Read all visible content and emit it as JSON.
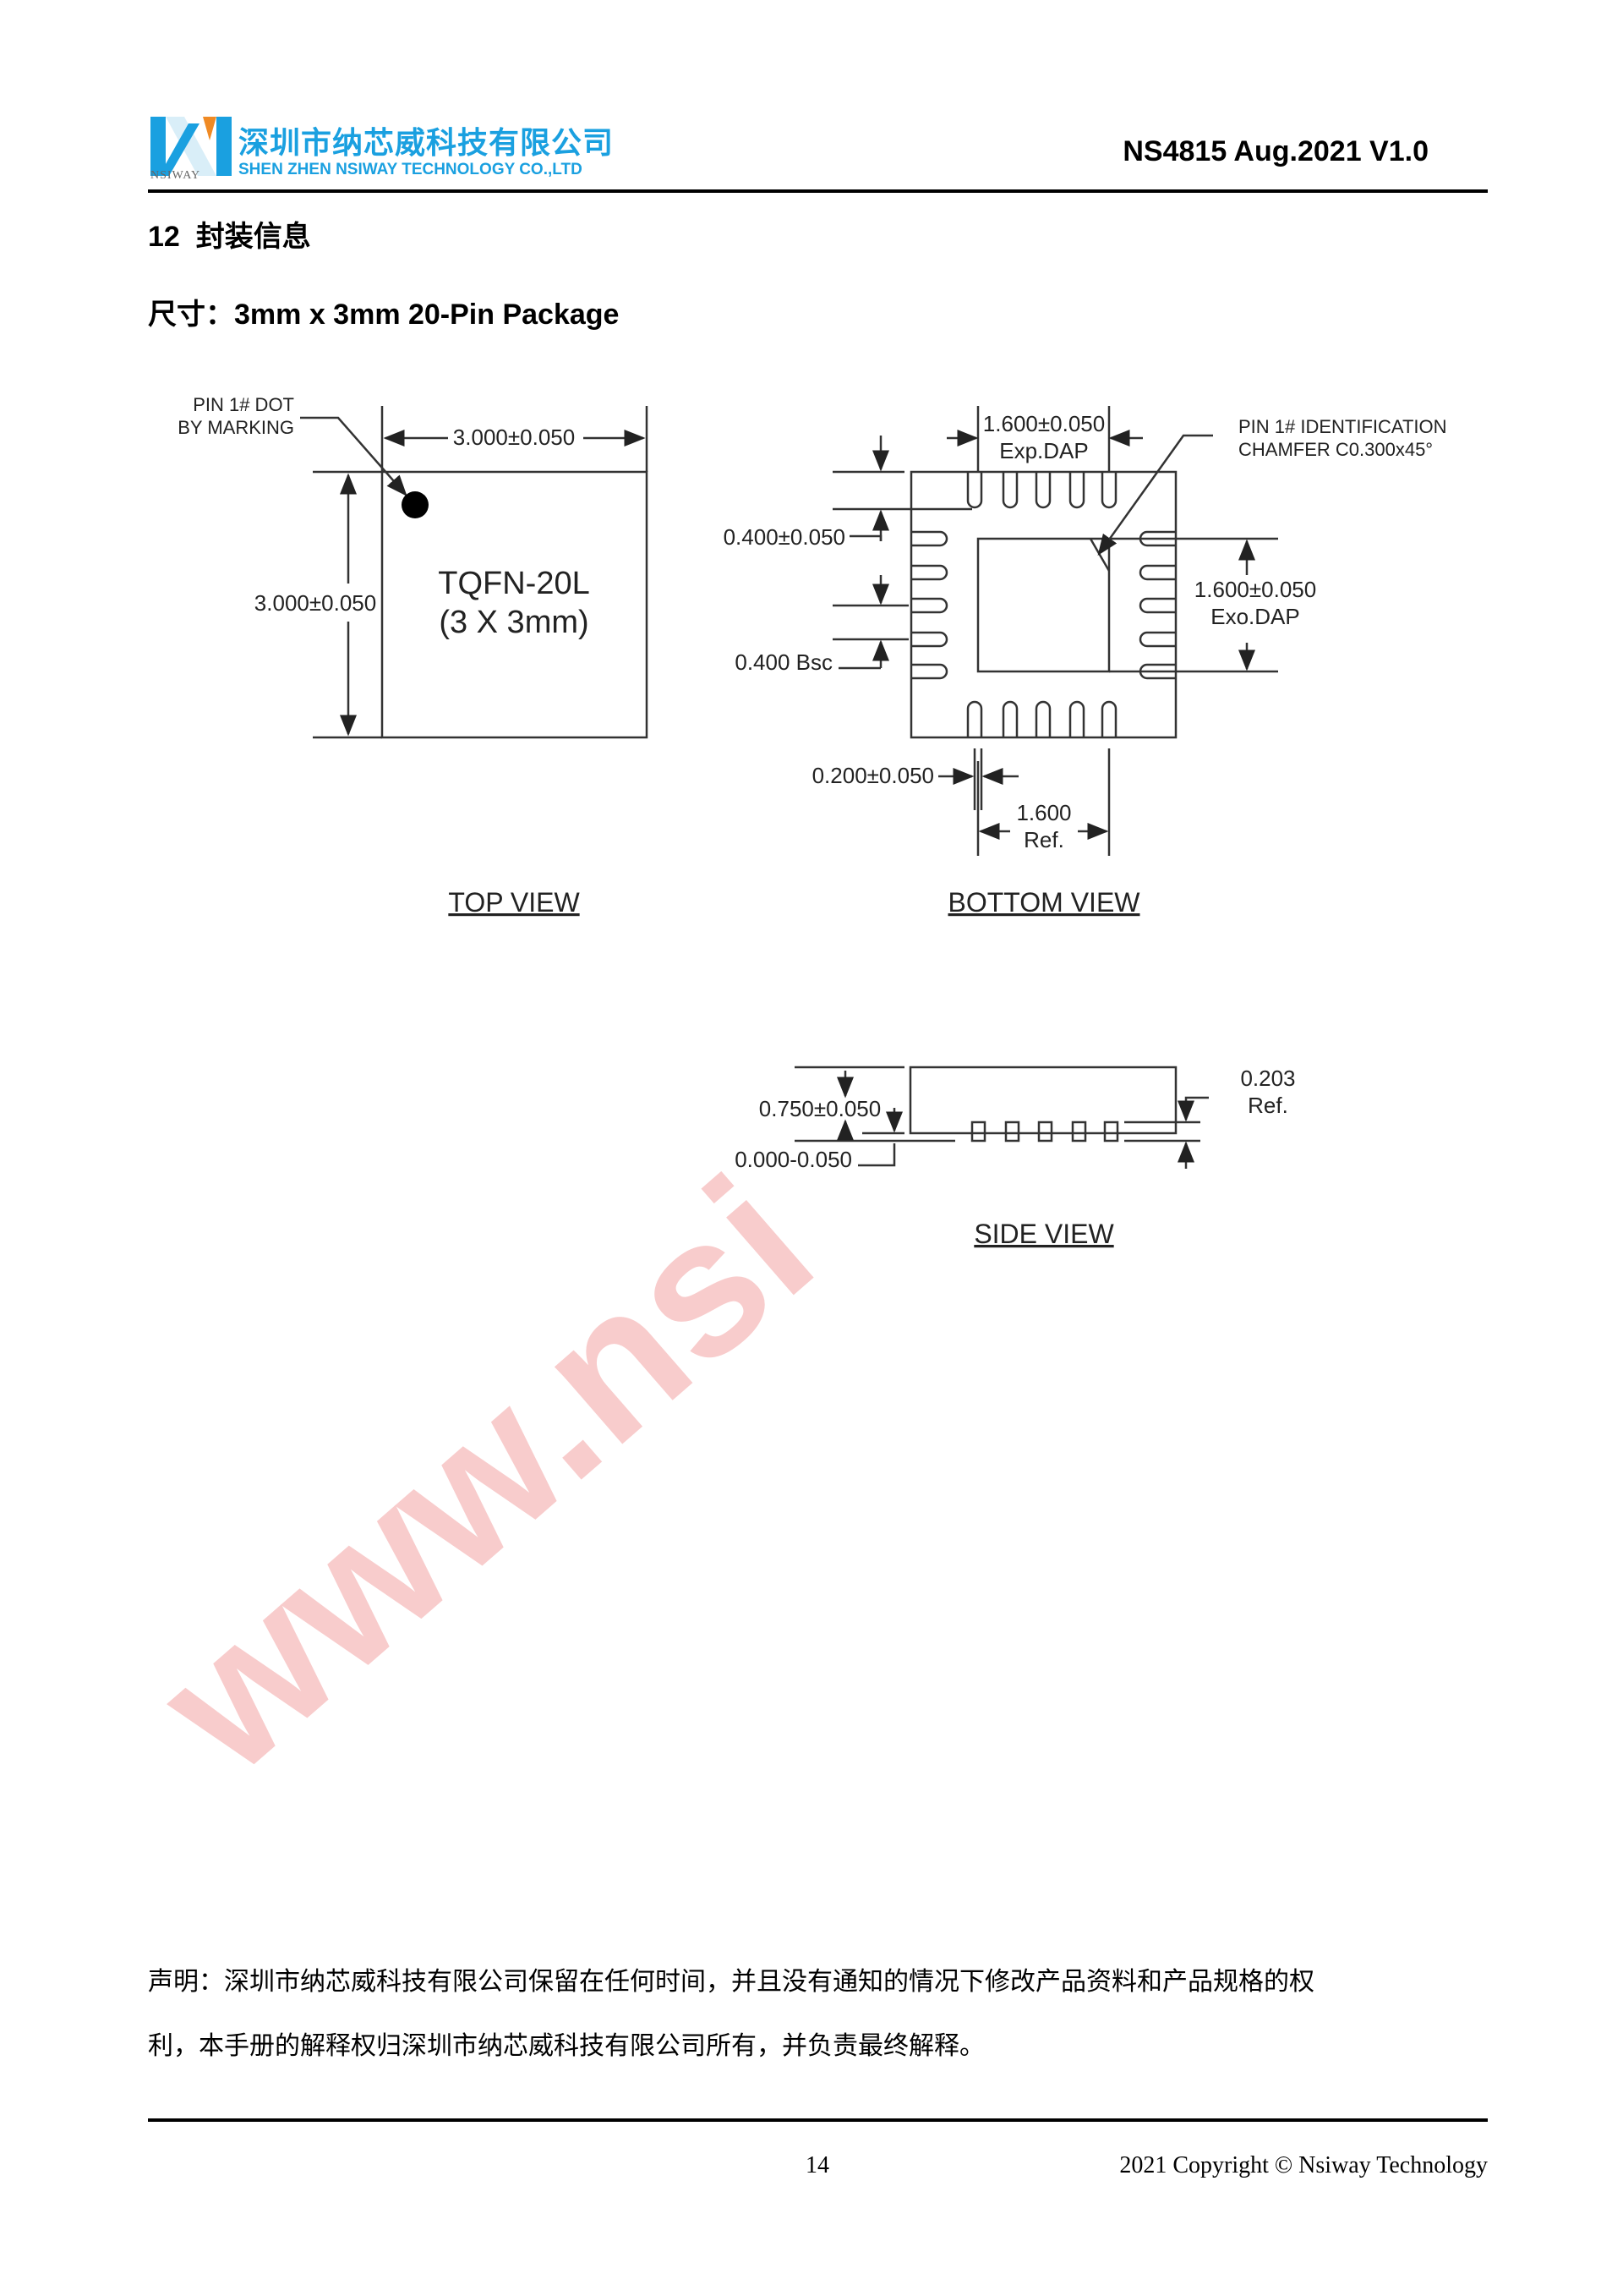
{
  "header": {
    "company_cn": "深圳市纳芯威科技有限公司",
    "company_en": "SHEN ZHEN NSIWAY TECHNOLOGY CO.,LTD",
    "logo_sub": "NSIWAY",
    "doc_id": "NS4815 Aug.2021 V1.0",
    "brand_color": "#1aa0e0",
    "accent_color": "#f08a24"
  },
  "section": {
    "title": "12  封装信息",
    "subtitle": "尺寸：3mm x 3mm 20-Pin Package"
  },
  "top_view": {
    "pin_label_1": "PIN 1# DOT",
    "pin_label_2": "BY MARKING",
    "width_dim": "3.000±0.050",
    "height_dim": "3.000±0.050",
    "name_1": "TQFN-20L",
    "name_2": "(3 X 3mm)",
    "caption": "TOP VIEW"
  },
  "bottom_view": {
    "dap_w": "1.600±0.050",
    "dap_w_label": "Exp.DAP",
    "pin1_1": "PIN 1# IDENTIFICATION",
    "pin1_2": "CHAMFER C0.300x45°",
    "pin_len": "0.400±0.050",
    "pitch": "0.400 Bsc",
    "dap_h": "1.600±0.050",
    "dap_h_label": "Exo.DAP",
    "pin_w": "0.200±0.050",
    "ref_1": "1.600",
    "ref_2": "Ref.",
    "caption": "BOTTOM VIEW"
  },
  "side_view": {
    "height": "0.750±0.050",
    "standoff": "0.000-0.050",
    "ref_1": "0.203",
    "ref_2": "Ref.",
    "caption": "SIDE VIEW"
  },
  "watermark": "www.nsi",
  "disclaimer": {
    "line1": "声明：深圳市纳芯威科技有限公司保留在任何时间，并且没有通知的情况下修改产品资料和产品规格的权",
    "line2": "利，本手册的解释权归深圳市纳芯威科技有限公司所有，并负责最终解释。"
  },
  "footer": {
    "page": "14",
    "copyright": "2021 Copyright © Nsiway Technology"
  }
}
